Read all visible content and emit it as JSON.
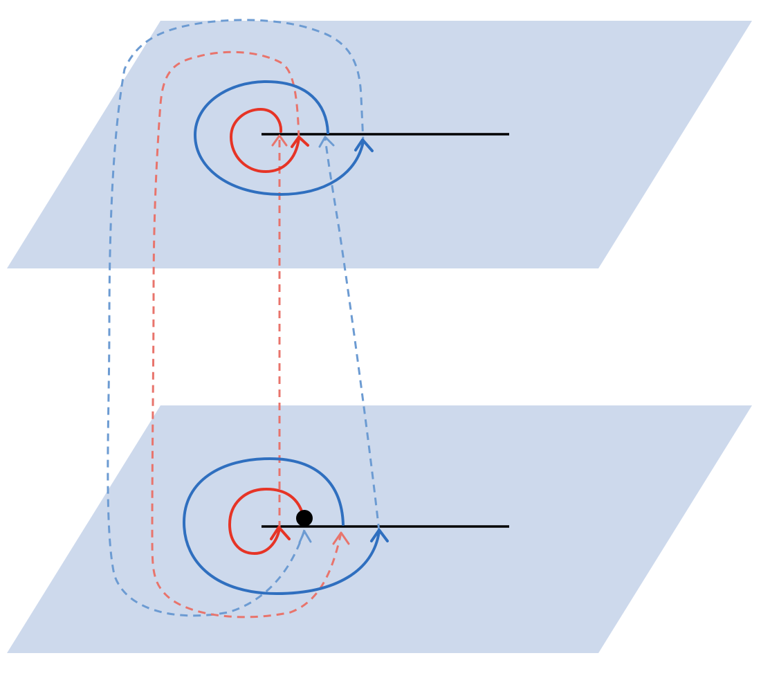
{
  "diagram": {
    "kind": "two-sheeted spiral paths across a branch cut",
    "colors": {
      "sheet": "#cdd9ec",
      "cut": "#000000",
      "blue": "#2f6fbf",
      "blue_light": "#6c9bd2",
      "red": "#e63426",
      "red_light": "#e8746c",
      "point": "#000000"
    },
    "sheets": [
      "upper-sheet",
      "lower-sheet"
    ],
    "paths": [
      "red-spiral",
      "blue-spiral"
    ]
  }
}
